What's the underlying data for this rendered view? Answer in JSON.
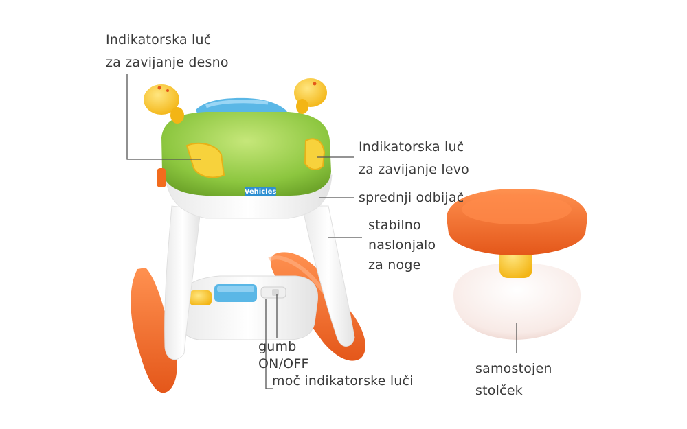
{
  "labels": {
    "right_indicator": {
      "line1": "Indikatorska luč",
      "line2": "za zavijanje desno"
    },
    "left_indicator": {
      "line1": "Indikatorska luč",
      "line2": "za zavijanje levo"
    },
    "front_bumper": "sprednji odbijač",
    "footrest": {
      "line1": "stabilno",
      "line2": "naslonjalo",
      "line3": "za noge"
    },
    "power_button": {
      "line1": "gumb",
      "line2": "ON/OFF",
      "line3": "moč indikatorske luči"
    },
    "stool": {
      "line1": "samostojen",
      "line2": "stolček"
    }
  },
  "toy": {
    "badge_text": "Vehicles"
  },
  "colors": {
    "green": "#8cc63f",
    "orange": "#f26b1d",
    "yellow": "#f7c21b",
    "blue": "#5ab7e6",
    "white": "#f7f7f7",
    "line": "#555555"
  }
}
